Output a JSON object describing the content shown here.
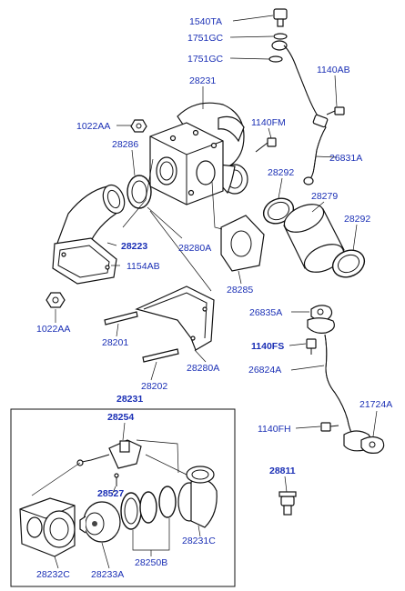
{
  "labels": {
    "l1540TA": "1540TA",
    "l1751GC_a": "1751GC",
    "l1751GC_b": "1751GC",
    "l1140AB": "1140AB",
    "l28231": "28231",
    "l1022AA_top": "1022AA",
    "l1140FM": "1140FM",
    "l28286": "28286",
    "l26831A": "26831A",
    "l28292_a": "28292",
    "l28279": "28279",
    "l28292_b": "28292",
    "l28223": "28223",
    "l28280A_a": "28280A",
    "l1154AB": "1154AB",
    "l28285": "28285",
    "l1022AA_bottom": "1022AA",
    "l26835A": "26835A",
    "l28201": "28201",
    "l1140FS": "1140FS",
    "l26824A": "26824A",
    "l28202": "28202",
    "l28280A_b": "28280A",
    "l28231_inset": "28231",
    "l21724A": "21724A",
    "l28254": "28254",
    "l1140FH": "1140FH",
    "l28811": "28811",
    "l28527": "28527",
    "l28231C": "28231C",
    "l28232C": "28232C",
    "l28233A": "28233A",
    "l28250B": "28250B"
  },
  "colors": {
    "label": "#1a2fb5",
    "line": "#111111"
  }
}
